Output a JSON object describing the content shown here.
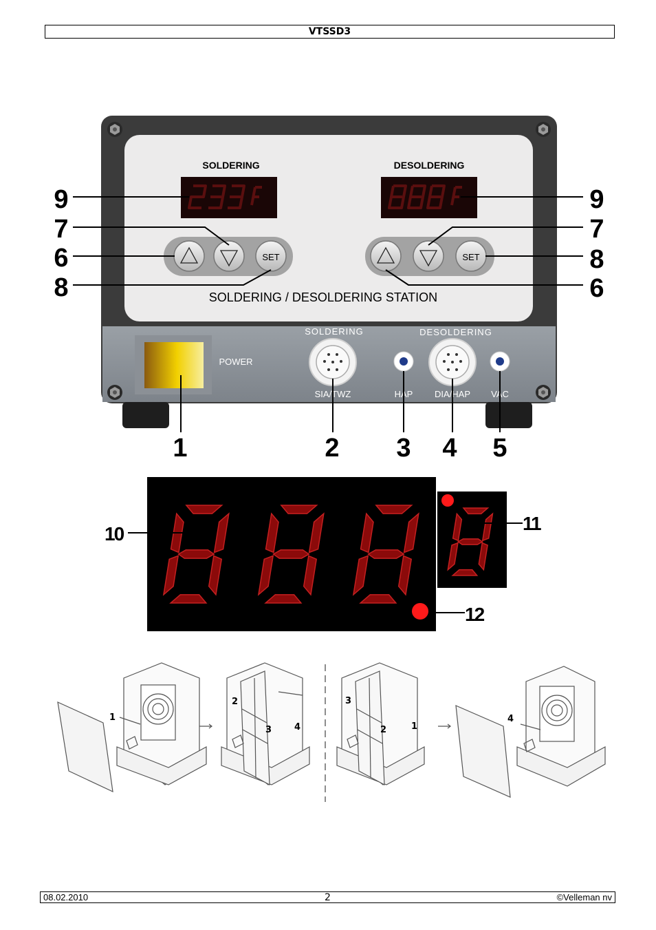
{
  "header": {
    "title": "VTSSD3"
  },
  "panel": {
    "soldering_label": "SOLDERING",
    "desoldering_label": "DESOLDERING",
    "station_title": "SOLDERING / DESOLDERING STATION",
    "set_label": "SET",
    "power_label": "POWER",
    "connector_soldering_top": "SOLDERING",
    "connector_desoldering_top": "DESOLDERING",
    "connector_sia": "SIA/TWZ",
    "connector_hap": "HAP",
    "connector_diahap": "DIA/HAP",
    "connector_vac": "VAC",
    "callouts": {
      "c1": "1",
      "c2": "2",
      "c3": "3",
      "c4": "4",
      "c5": "5",
      "c6l": "6",
      "c6r": "6",
      "c7l": "7",
      "c7r": "7",
      "c8l": "8",
      "c8r": "8",
      "c9l": "9",
      "c9r": "9"
    }
  },
  "display_detail": {
    "callout_10": "10",
    "callout_11": "11",
    "callout_12": "12"
  },
  "filter_steps": {
    "step1": {
      "n1": "1"
    },
    "step2": {
      "n2": "2",
      "n3": "3",
      "n4": "4"
    },
    "step3": {
      "n3": "3",
      "n2": "2",
      "n1": "1"
    },
    "step4": {
      "n4": "4"
    }
  },
  "footer": {
    "date": "08.02.2010",
    "page": "2",
    "copyright": "©Velleman nv"
  },
  "colors": {
    "panel_dark": "#3b3b3b",
    "segment_red": "#8b0a0a",
    "dot_red": "#ff1a1a",
    "power_yellow": "#f2d000"
  }
}
